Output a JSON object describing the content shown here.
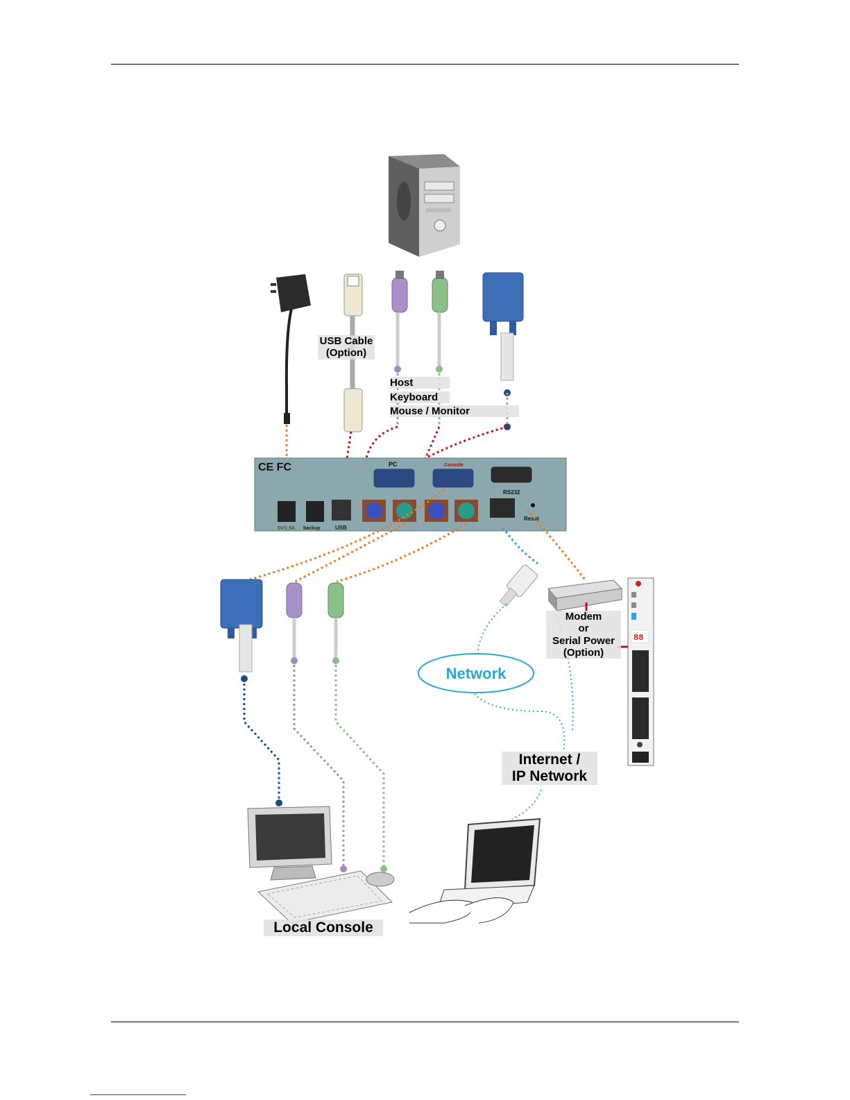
{
  "labels": {
    "usb_cable": "USB Cable\n(Option)",
    "host_line1": "Host",
    "host_line2": "Keyboard",
    "host_line3": "Mouse / Monitor",
    "network": "Network",
    "internet": "Internet /\nIP Network",
    "modem": "Modem\nor\nSerial Power\n(Option)",
    "local_console": "Local Console"
  },
  "device_panel": {
    "cert_marks": "CE FC",
    "port_pc": "PC",
    "port_console": "Console",
    "port_rs232": "RS232",
    "port_reset": "Reset",
    "port_power": "5V/1.5A",
    "port_backup": "backup",
    "port_usb": "USB"
  },
  "pdu": {
    "display": "88"
  },
  "colors": {
    "orange": "#f07a1d",
    "red": "#c0141c",
    "purple": "#a08ac0",
    "green": "#8cc08a",
    "navy": "#1d4b86",
    "cyan": "#2aa7d9",
    "panel": "#8aa8ad"
  }
}
